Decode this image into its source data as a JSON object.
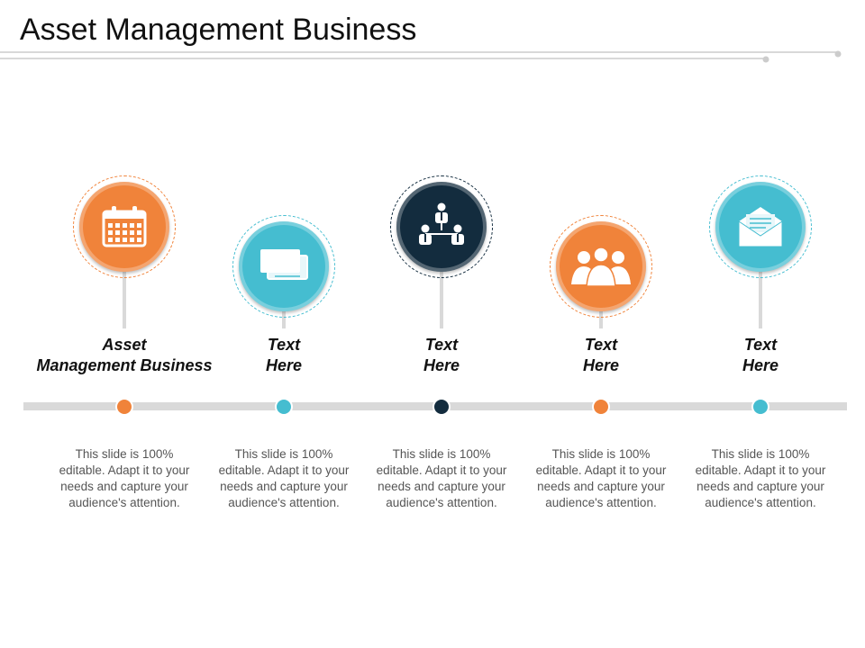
{
  "title": "Asset Management Business",
  "steps": [
    {
      "label": "Asset\nManagement Business",
      "description": "This slide is 100% editable. Adapt it to your needs and capture your audience's attention.",
      "color": "#f0833a",
      "icon": "calendar-icon"
    },
    {
      "label": "Text\nHere",
      "description": "This slide is 100% editable. Adapt it to your needs and capture your audience's attention.",
      "color": "#45bdd0",
      "icon": "cards-icon"
    },
    {
      "label": "Text\nHere",
      "description": "This slide is 100% editable. Adapt it to your needs and capture your audience's attention.",
      "color": "#132c3e",
      "icon": "org-chart-icon"
    },
    {
      "label": "Text\nHere",
      "description": "This slide is 100% editable. Adapt it to your needs and capture your audience's attention.",
      "color": "#f0833a",
      "icon": "team-icon"
    },
    {
      "label": "Text\nHere",
      "description": "This slide is 100% editable. Adapt it to your needs and capture your audience's attention.",
      "color": "#45bdd0",
      "icon": "envelope-icon"
    }
  ]
}
